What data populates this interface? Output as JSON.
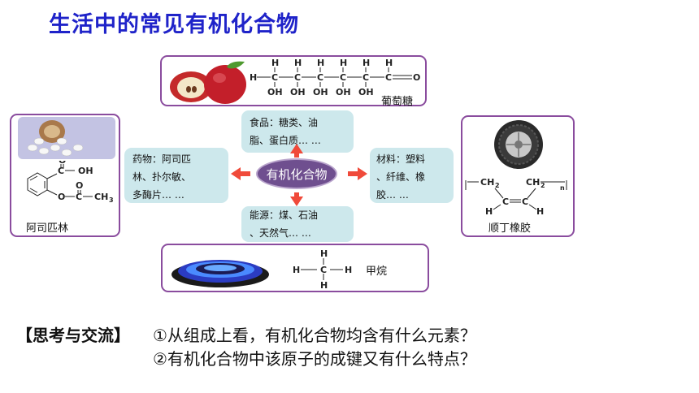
{
  "title": "生活中的常见有机化合物",
  "center_label": "有机化合物",
  "categories": {
    "food": {
      "line1": "食品：糖类、油",
      "line2": "脂、蛋白质…  …"
    },
    "medicine": {
      "line1": "药物：阿司匹",
      "line2": "林、扑尔敏、",
      "line3": "多酶片…  …"
    },
    "materials": {
      "line1": "材料：塑料",
      "line2": "、纤维、橡",
      "line3": "胶…  …"
    },
    "energy": {
      "line1": "能源：煤、石油",
      "line2": "、天然气…  …"
    }
  },
  "examples": {
    "glucose": {
      "name": "葡萄糖",
      "formula_O": "O",
      "formula_H": "H",
      "formula_C": "C",
      "formula_OH": "OH"
    },
    "aspirin": {
      "name": "阿司匹林",
      "c": "C",
      "oh": "OH",
      "o_down": "O",
      "o_left": "O",
      "ch3": "CH",
      "ch3_sub": "3",
      "eq": "O"
    },
    "rubber": {
      "name": "顺丁橡胶",
      "ch2": "CH",
      "ch2_sub": "2",
      "c": "C",
      "h": "H",
      "n": "n"
    },
    "methane": {
      "name": "甲烷",
      "c": "C",
      "h": "H"
    }
  },
  "discussion": {
    "tag": "【思考与交流】",
    "q1": "①从组成上看，有机化合物均含有什么元素？",
    "q2": "②有机化合物中该原子的成键又有什么特点？"
  },
  "colors": {
    "title": "#1f23c9",
    "border": "#8a4c9e",
    "bubble": "#cde8ec",
    "oval": "#6f4f8f",
    "arrow": "#f04a3a"
  }
}
